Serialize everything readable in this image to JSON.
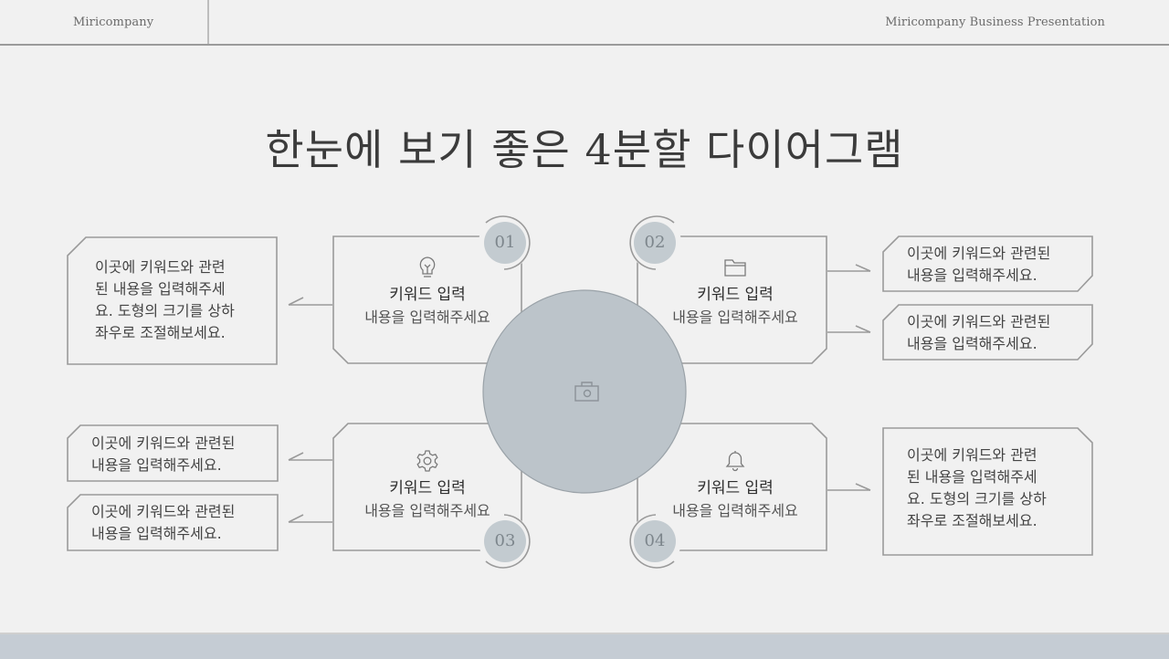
{
  "header": {
    "brand": "Miricompany",
    "deck_title": "Miricompany Business Presentation"
  },
  "title": "한눈에 보기 좋은 4분할 다이어그램",
  "colors": {
    "background": "#f1f1f1",
    "stroke": "#9a9a9a",
    "circle_fill": "#bcc4ca",
    "badge_fill": "#c3cbd0",
    "footer": "#c5ccd4"
  },
  "center": {
    "icon": "camera-icon"
  },
  "cards": [
    {
      "number": "01",
      "icon": "lightbulb-icon",
      "keyword": "키워드 입력",
      "text": "내용을 입력해주세요"
    },
    {
      "number": "02",
      "icon": "folder-icon",
      "keyword": "키워드 입력",
      "text": "내용을 입력해주세요"
    },
    {
      "number": "03",
      "icon": "gear-icon",
      "keyword": "키워드 입력",
      "text": "내용을 입력해주세요"
    },
    {
      "number": "04",
      "icon": "bell-icon",
      "keyword": "키워드 입력",
      "text": "내용을 입력해주세요"
    }
  ],
  "side_boxes": {
    "left_top": {
      "lines": [
        "이곳에 키워드와 관련",
        "된 내용을 입력해주세",
        "요. 도형의 크기를 상하",
        "좌우로 조절해보세요."
      ]
    },
    "right_top_1": {
      "lines": [
        "이곳에 키워드와 관련된",
        "내용을 입력해주세요."
      ]
    },
    "right_top_2": {
      "lines": [
        "이곳에 키워드와 관련된",
        "내용을 입력해주세요."
      ]
    },
    "left_bottom_1": {
      "lines": [
        "이곳에 키워드와 관련된",
        "내용을 입력해주세요."
      ]
    },
    "left_bottom_2": {
      "lines": [
        "이곳에 키워드와 관련된",
        "내용을 입력해주세요."
      ]
    },
    "right_bottom": {
      "lines": [
        "이곳에 키워드와 관련",
        "된 내용을 입력해주세",
        "요. 도형의 크기를 상하",
        "좌우로 조절해보세요."
      ]
    }
  }
}
